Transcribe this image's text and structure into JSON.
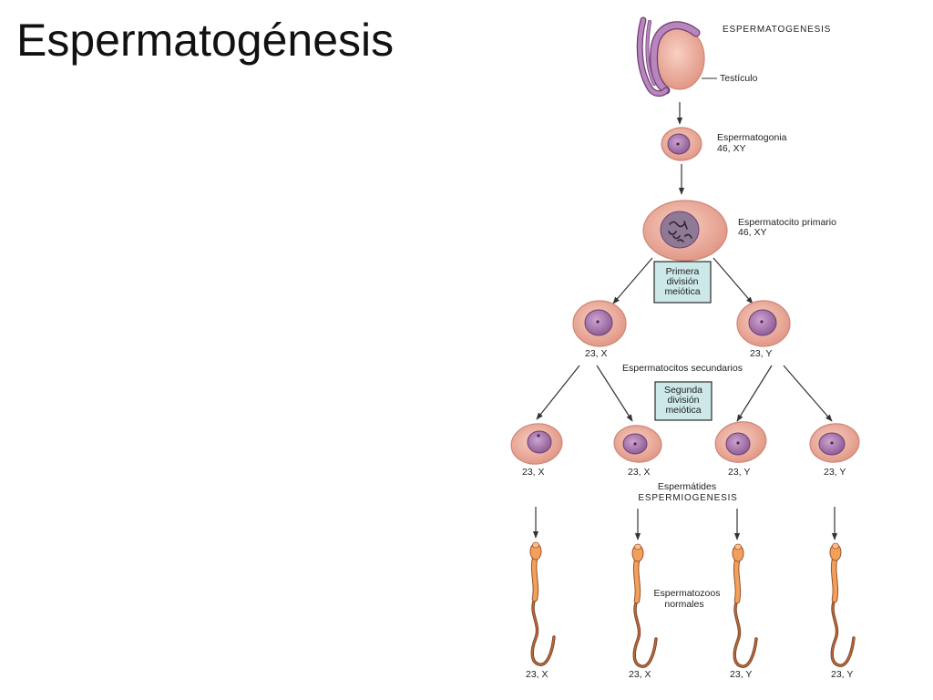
{
  "slide": {
    "title": "Espermatogénesis"
  },
  "diagram": {
    "heading": "ESPERMATOGENESIS",
    "testis": {
      "label": "Testículo"
    },
    "spermatogonium": {
      "name": "Espermatogonia",
      "karyotype": "46, XY"
    },
    "primary_spermatocyte": {
      "name": "Espermatocito primario",
      "karyotype": "46, XY"
    },
    "first_meiotic_division": [
      "Primera",
      "división",
      "meiótica"
    ],
    "secondary_spermatocytes": {
      "label": "Espermatocitos secundarios",
      "karyotypes": [
        "23, X",
        "23, Y"
      ]
    },
    "second_meiotic_division": [
      "Segunda",
      "división",
      "meiótica"
    ],
    "spermatids": {
      "label": "Espermátides",
      "karyotypes": [
        "23, X",
        "23, X",
        "23, Y",
        "23, Y"
      ]
    },
    "spermiogenesis": {
      "label": "ESPERMIOGENESIS"
    },
    "spermatozoa": {
      "label": [
        "Espermatozoos",
        "normales"
      ],
      "karyotypes": [
        "23, X",
        "23, X",
        "23, Y",
        "23, Y"
      ]
    }
  },
  "colors": {
    "cell_light": "#f8d0c2",
    "cell_dark": "#e09483",
    "nucleus_light": "#cfa4d2",
    "nucleus_dark": "#8d5c94",
    "primary_nucleus": "#8f7a95",
    "epididymis": "#b985bd",
    "box_fill": "#cce8e8",
    "sperm_head": "#f2a15c",
    "sperm_tail": "#b4693e"
  }
}
